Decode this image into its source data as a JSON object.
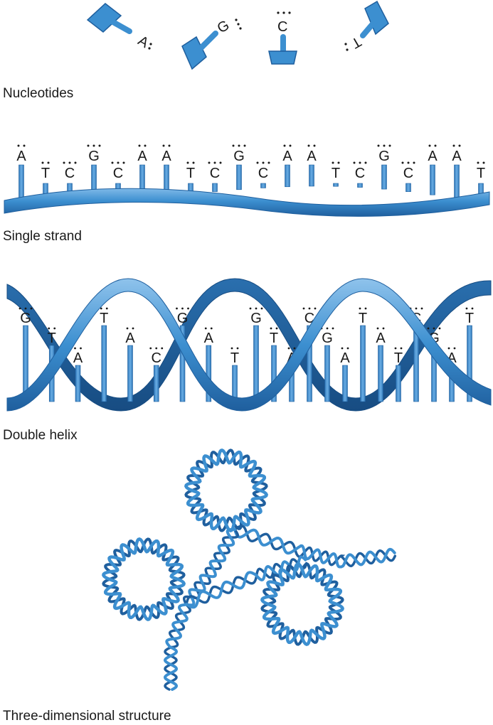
{
  "colors": {
    "strand": "#3c8fd0",
    "strand_dark": "#1f5f9e",
    "strand_light": "#8fc3ec",
    "text": "#1a1a1a"
  },
  "captions": {
    "nucleotides": "Nucleotides",
    "single_strand": "Single strand",
    "double_helix": "Double helix",
    "three_d": "Three-dimensional structure"
  },
  "nucleotides": [
    "A",
    "G",
    "C",
    "T"
  ],
  "single_strand": {
    "bases": [
      "A",
      "T",
      "C",
      "G",
      "C",
      "A",
      "A",
      "T",
      "C",
      "G",
      "C",
      "A",
      "A",
      "T",
      "C",
      "G",
      "C",
      "A",
      "A",
      "T"
    ]
  },
  "double_helix": {
    "left_bases": [
      "G",
      "T",
      "A",
      "T",
      "A",
      "C",
      "G",
      "A",
      "T"
    ],
    "right_bases": [
      "G",
      "T",
      "A",
      "C",
      "G",
      "A",
      "T",
      "A",
      "T",
      "C",
      "G",
      "A",
      "T"
    ]
  }
}
